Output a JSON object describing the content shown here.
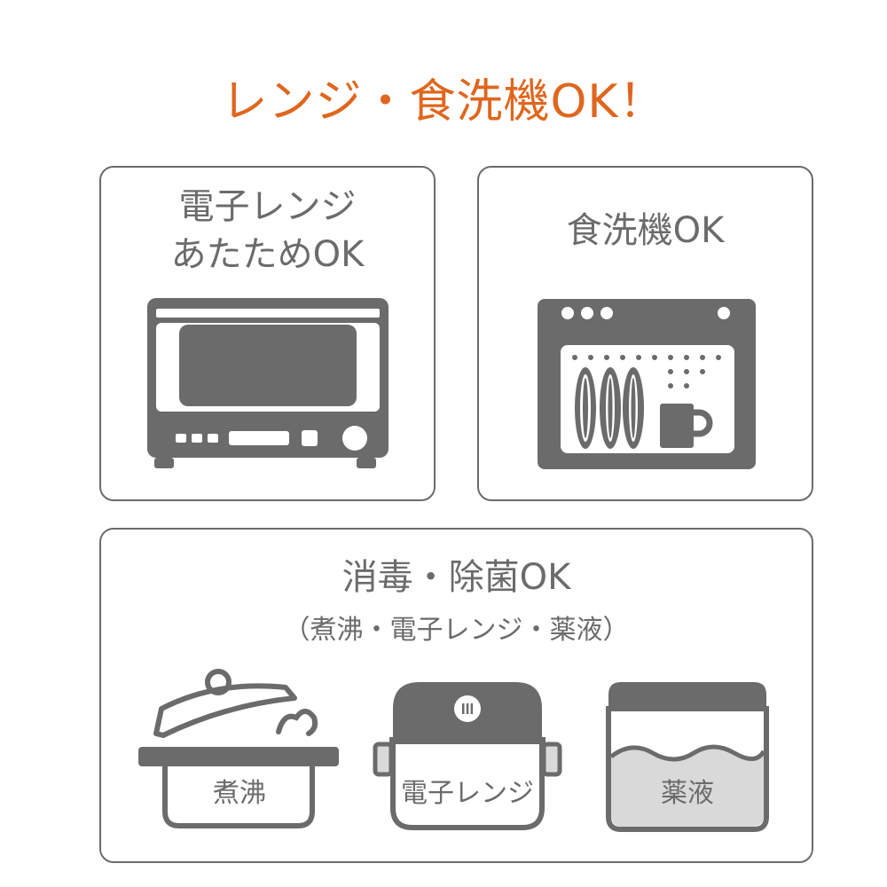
{
  "headline": {
    "text": "レンジ・食洗機OK！",
    "color": "#e0661e"
  },
  "cards": {
    "microwave": {
      "title_line1": "電子レンジ",
      "title_line2": "あたためOK",
      "icon": "microwave-oven-icon"
    },
    "dishwasher": {
      "title": "食洗機OK",
      "icon": "dishwasher-icon"
    },
    "sterilize": {
      "title": "消毒・除菌OK",
      "subtitle": "（煮沸・電子レンジ・薬液）",
      "methods": [
        {
          "label": "煮沸",
          "icon": "boiling-pot-icon"
        },
        {
          "label": "電子レンジ",
          "icon": "microwave-container-icon"
        },
        {
          "label": "薬液",
          "icon": "chemical-solution-icon"
        }
      ]
    }
  },
  "colors": {
    "icon_gray": "#6b6b6b",
    "border_gray": "#6b6b6b",
    "liquid_gray": "#d9d9d9",
    "accent_orange": "#e0661e"
  }
}
